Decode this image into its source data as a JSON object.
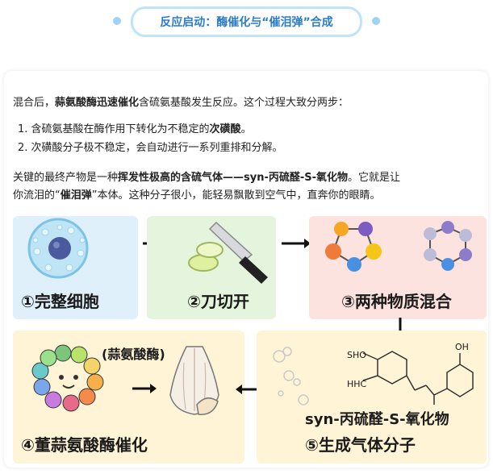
{
  "title": "反应启动：酶催化与“催泪弹”合成",
  "intro": {
    "p1_a": "混合后，",
    "p1_b": "蒜氨酸酶迅速催化",
    "p1_c": "含硫氨基酸发生反应。这个过程大致分两步：",
    "step1_a": "1. 含硫氨基酸在酶作用下转化为不稳定的",
    "step1_b": "次磺酸",
    "step1_c": "。",
    "step2": "2. 次磺酸分子极不稳定，会自动进行一系列重排和分解。",
    "p3_a": "关键的最终产物是一种",
    "p3_b": "挥发性极高的含硫气体——syn-丙硫醛-S-氧化物",
    "p3_c": "。它就是让",
    "p4_a": "你流泪的“",
    "p4_b": "催泪弹",
    "p4_c": "”本体。这种分子很小，能轻易飘散到空气中，直奔你的眼睛。"
  },
  "panels": {
    "p1_label": "①完整细胞",
    "p2_label": "②刀切开",
    "p3_label": "③两种物质混合",
    "p4_label": "④董蒜氨酸酶催化",
    "p4_tag": "(蒜氨酸酶)",
    "p5_label": "⑤生成气体分子",
    "p5_name": "syn-丙硫醛-S-氧化物",
    "mol_sho": "SHO",
    "mol_hhc": "HHC",
    "mol_oh": "OH"
  },
  "colors": {
    "title": "#2d7cc9",
    "panel_blue": "#dff0fb",
    "panel_green": "#e5f5dd",
    "panel_pink": "#fde3df",
    "panel_yellow": "#fff4d6"
  }
}
